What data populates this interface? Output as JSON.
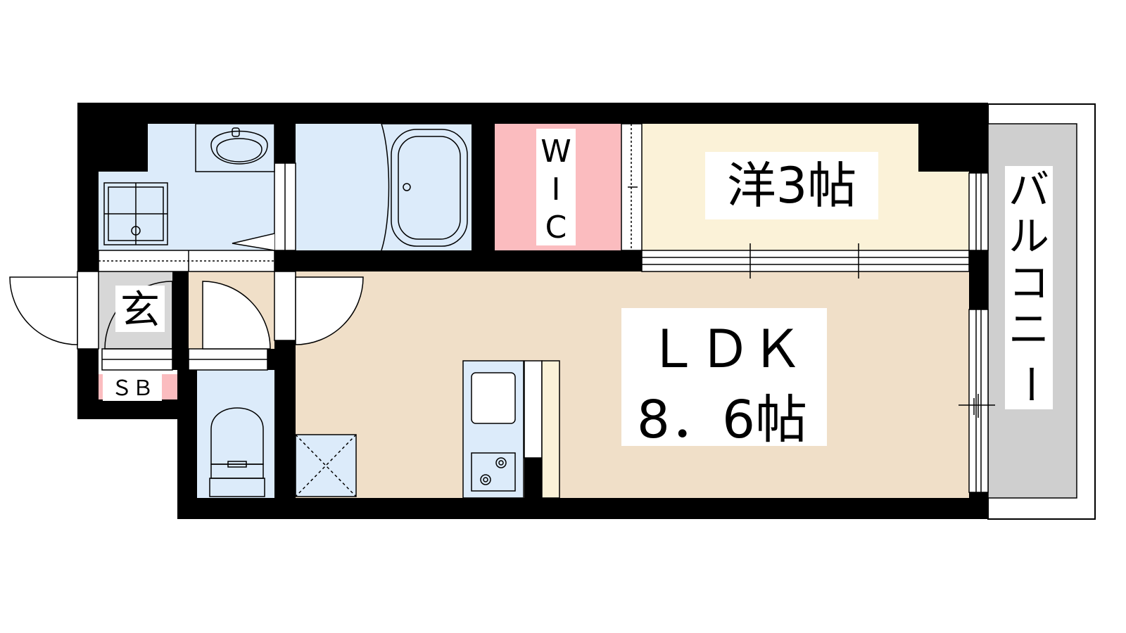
{
  "rooms": {
    "western_room": "洋3帖",
    "ldk_name": "ＬＤＫ",
    "ldk_size": "8．6帖",
    "wic": [
      "W",
      "I",
      "C"
    ],
    "entrance": "玄",
    "shoe_box": "ＳＢ",
    "balcony": [
      "バ",
      "ル",
      "コ",
      "ニ",
      "ー"
    ]
  },
  "colors": {
    "wall": "#000000",
    "wet_area": "#dcebfa",
    "ldk_floor": "#f0dfc8",
    "western_floor": "#fbf2d8",
    "wic_floor": "#fbbcbf",
    "entrance_floor": "#d7d7d7",
    "balcony_floor": "#cfcfcf",
    "shoe_box": "#fbbcbf"
  },
  "icons": [
    "washbasin-icon",
    "washing-machine-pan-icon",
    "bathtub-icon",
    "toilet-icon",
    "sink-icon",
    "stove-icon",
    "refrigerator-space-icon",
    "door-swing-icon",
    "window-icon"
  ]
}
